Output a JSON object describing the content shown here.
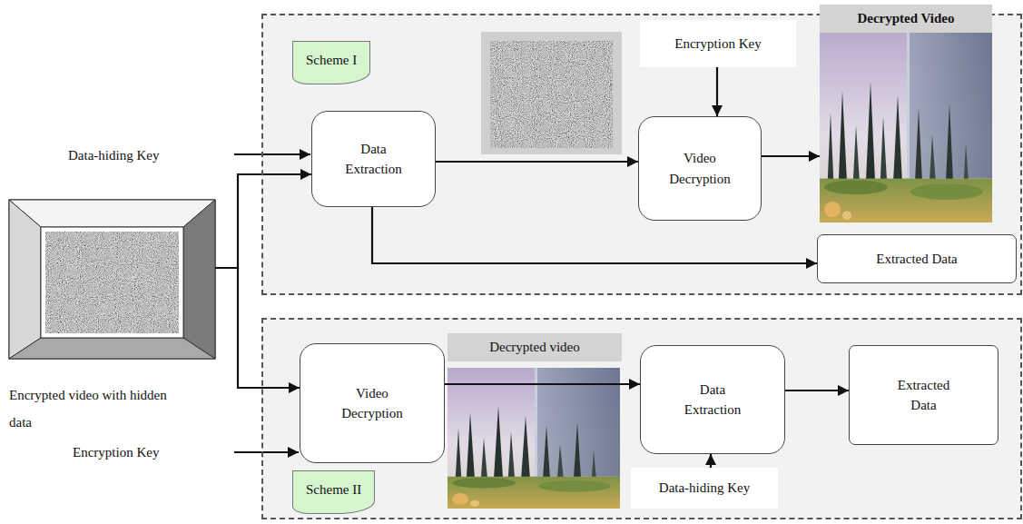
{
  "diagram": {
    "nodes": [
      {
        "text": [
          "Scheme I"
        ]
      },
      {
        "text": [
          "Data Extraction"
        ],
        "in": 0
      },
      {
        "text": [
          "Encryption Key"
        ],
        "in": 0
      },
      {
        "text": [
          "Video Decryption"
        ],
        "in": 0
      },
      {
        "text": [
          "Decrypted Video"
        ],
        "in": 0
      },
      {
        "text": [
          "Extracted Data"
        ],
        "in": 0
      },
      {
        "text": [
          "Encrypted video with hidden data"
        ]
      },
      {
        "text": [
          "Scheme II"
        ]
      },
      {
        "text": [
          "Video Decryption"
        ],
        "in": 7
      },
      {
        "text": [
          "Decrypted video"
        ],
        "in": 7
      },
      {
        "text": [
          "Data Extraction"
        ],
        "in": 7
      },
      {
        "text": [
          "Extracted Data"
        ],
        "in": 7
      },
      {
        "text": [
          "Data-hiding Key"
        ],
        "in": 7
      }
    ],
    "edges": [
      {
        "from": 6,
        "to": 1,
        "arrow": "to"
      },
      {
        "from": 6,
        "to": 8,
        "arrow": "to"
      },
      {
        "from": 1,
        "to": 3,
        "arrow": "to"
      },
      {
        "from": 2,
        "to": 3,
        "arrow": "to"
      },
      {
        "from": 3,
        "to": 4,
        "arrow": "to"
      },
      {
        "from": 1,
        "to": 5,
        "arrow": "to"
      },
      {
        "from": 8,
        "to": 10,
        "arrow": "to"
      },
      {
        "from": 10,
        "to": 11,
        "arrow": "to"
      },
      {
        "from": 12,
        "to": 10,
        "arrow": "to"
      }
    ],
    "labels": [
      "Data-hiding Key",
      "Encryption Key"
    ]
  }
}
